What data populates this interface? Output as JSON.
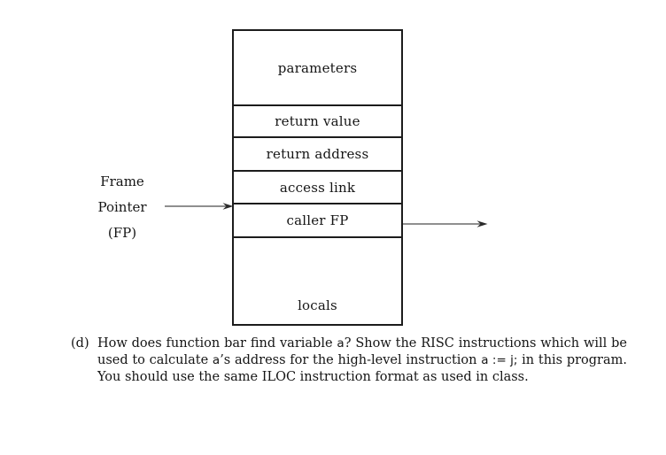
{
  "diagram": {
    "rows": [
      {
        "label": "parameters"
      },
      {
        "label": "return value"
      },
      {
        "label": "return address"
      },
      {
        "label": "access link"
      },
      {
        "label": "caller FP"
      },
      {
        "label": "locals"
      }
    ],
    "frame_pointer_label": [
      "Frame",
      "Pointer",
      "(FP)"
    ],
    "arrows": [
      "frame-pointer-arrow",
      "caller-fp-arrow"
    ]
  },
  "question": {
    "item_label": "(d)",
    "segments": [
      {
        "text": "How does function bar find variable ",
        "style": "serif"
      },
      {
        "text": "a",
        "style": "code"
      },
      {
        "text": "? Show the RISC instructions which will be used to calculate ",
        "style": "serif"
      },
      {
        "text": "a",
        "style": "code"
      },
      {
        "text": "’s address for the high-level instruction ",
        "style": "serif"
      },
      {
        "text": "a := j;",
        "style": "code"
      },
      {
        "text": " in this program. You should use the same ILOC instruction format as used in class.",
        "style": "serif"
      }
    ]
  },
  "colors": {
    "background": "#ffffff",
    "line": "#1c1c1c",
    "arrow_shaft": "#6a6a6a",
    "arrow_head": "#2a2a2a",
    "text": "#151515"
  }
}
